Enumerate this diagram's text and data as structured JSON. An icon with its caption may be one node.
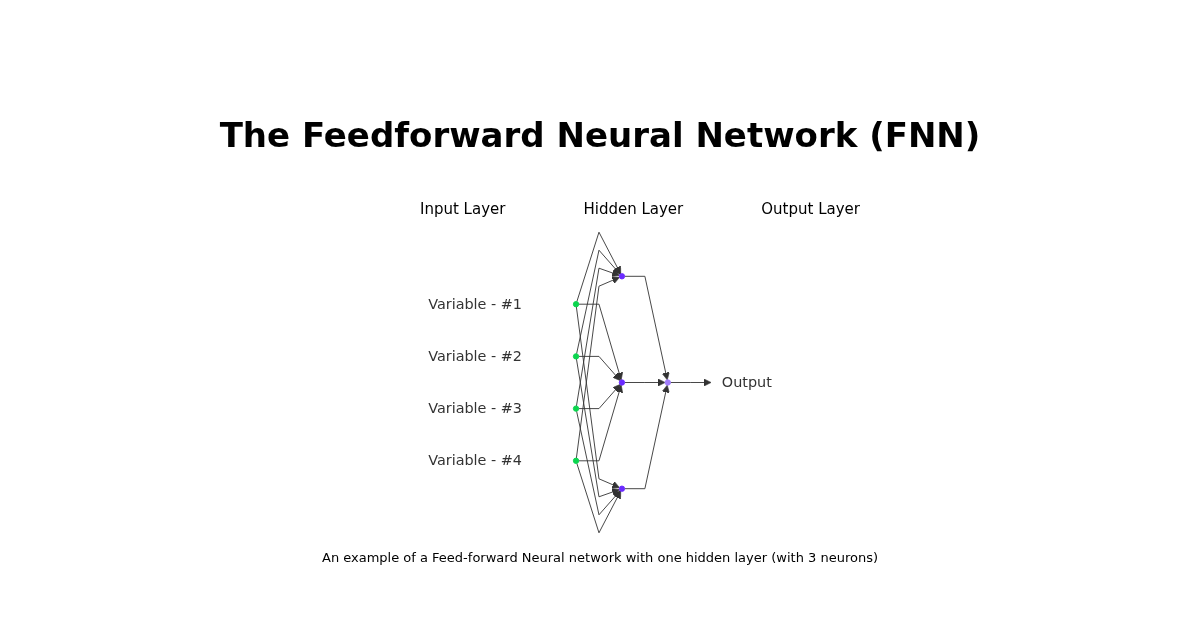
{
  "diagram": {
    "title": "The Feedforward Neural Network (FNN)",
    "caption": "An example of a Feed-forward Neural network with one hidden layer (with 3 neurons)",
    "nodes": [
      {
        "text": [],
        "shape": "circle",
        "beside": [
          "Variable - #1"
        ]
      },
      {
        "text": [],
        "shape": "circle",
        "beside": [
          "Variable - #2"
        ]
      },
      {
        "text": [],
        "shape": "circle",
        "beside": [
          "Variable - #3"
        ]
      },
      {
        "text": [],
        "shape": "circle",
        "beside": [
          "Variable - #4"
        ]
      },
      {
        "text": [],
        "shape": "circle"
      },
      {
        "text": [],
        "shape": "circle"
      },
      {
        "text": [],
        "shape": "circle"
      },
      {
        "text": [],
        "shape": "circle"
      },
      {
        "text": [
          "Output"
        ]
      }
    ],
    "edges": [
      {
        "from": 0,
        "to": 4,
        "arrow": "to"
      },
      {
        "from": 0,
        "to": 5,
        "arrow": "to"
      },
      {
        "from": 0,
        "to": 6,
        "arrow": "to"
      },
      {
        "from": 1,
        "to": 4,
        "arrow": "to"
      },
      {
        "from": 1,
        "to": 5,
        "arrow": "to"
      },
      {
        "from": 1,
        "to": 6,
        "arrow": "to"
      },
      {
        "from": 2,
        "to": 4,
        "arrow": "to"
      },
      {
        "from": 2,
        "to": 5,
        "arrow": "to"
      },
      {
        "from": 2,
        "to": 6,
        "arrow": "to"
      },
      {
        "from": 3,
        "to": 4,
        "arrow": "to"
      },
      {
        "from": 3,
        "to": 5,
        "arrow": "to"
      },
      {
        "from": 3,
        "to": 6,
        "arrow": "to"
      },
      {
        "from": 4,
        "to": 7,
        "arrow": "to"
      },
      {
        "from": 5,
        "to": 7,
        "arrow": "to"
      },
      {
        "from": 6,
        "to": 7,
        "arrow": "to"
      },
      {
        "from": 7,
        "to": 8,
        "arrow": "to"
      }
    ],
    "labels": [
      "Input Layer",
      "Hidden Layer",
      "Output Layer"
    ]
  }
}
